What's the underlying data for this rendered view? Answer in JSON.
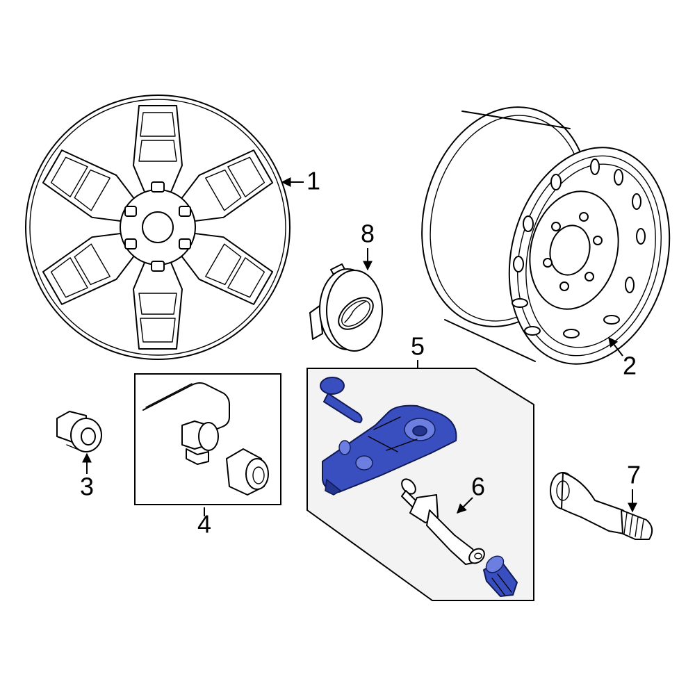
{
  "callouts": {
    "c1": "1",
    "c2": "2",
    "c3": "3",
    "c4": "4",
    "c5": "5",
    "c6": "6",
    "c7": "7",
    "c8": "8"
  },
  "colors": {
    "highlight": "#3a4fbf",
    "line": "#000000",
    "background": "#ffffff"
  }
}
